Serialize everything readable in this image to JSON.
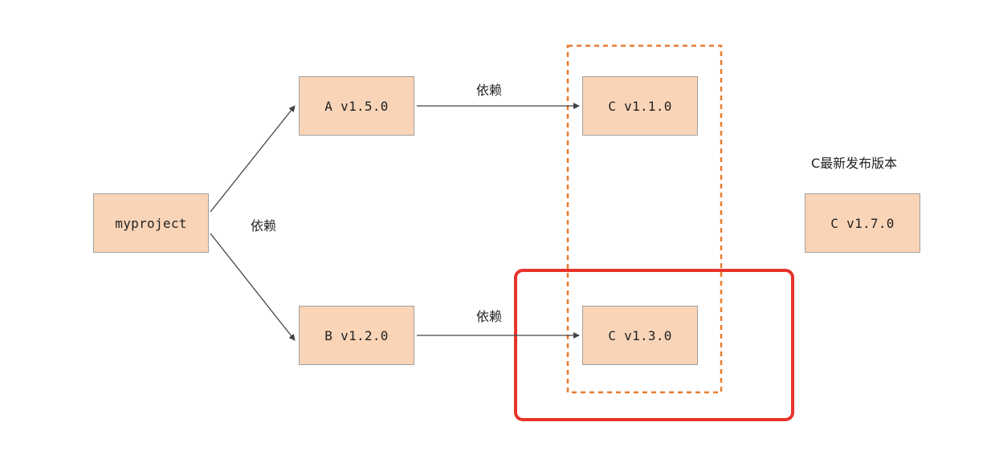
{
  "nodes": {
    "myproject": "myproject",
    "a": "A v1.5.0",
    "b": "B v1.2.0",
    "c_a": "C v1.1.0",
    "c_b": "C v1.3.0",
    "c_latest": "C v1.7.0"
  },
  "labels": {
    "depends_root": "依赖",
    "depends_a": "依赖",
    "depends_b": "依赖",
    "latest_release": "C最新发布版本"
  },
  "colors": {
    "node_fill": "#f9d4b7",
    "dashed_group": "#e87b2e",
    "highlight": "#e8332b",
    "arrow": "#444444"
  }
}
